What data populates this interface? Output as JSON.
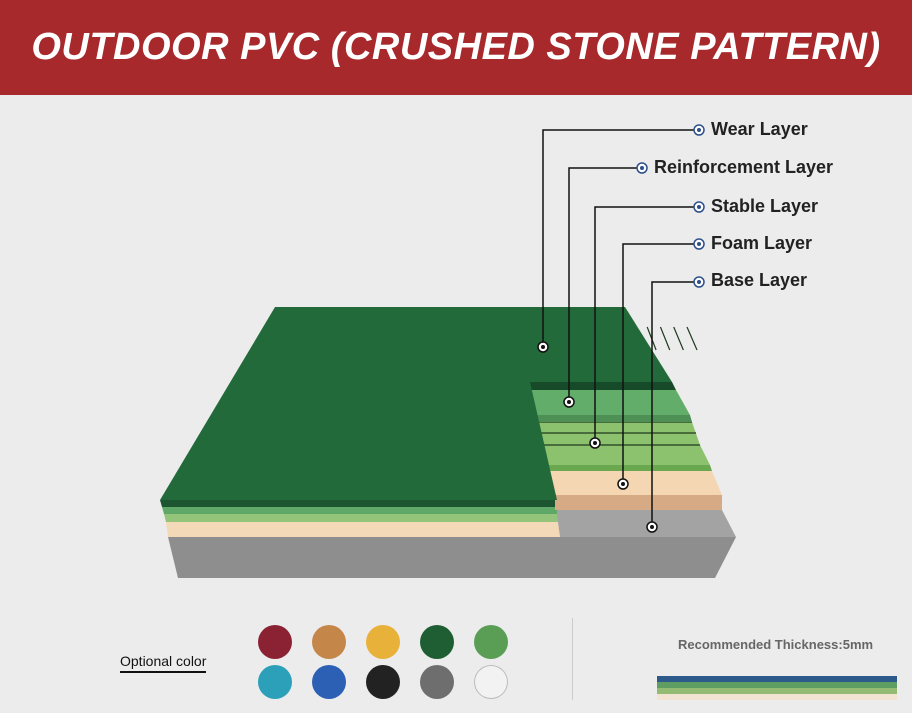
{
  "title": "OUTDOOR PVC (CRUSHED STONE PATTERN)",
  "layers": [
    {
      "label": "Wear Layer"
    },
    {
      "label": "Reinforcement Layer"
    },
    {
      "label": "Stable Layer"
    },
    {
      "label": "Foam Layer"
    },
    {
      "label": "Base Layer"
    }
  ],
  "optional_color_label": "Optional color",
  "colors": [
    "#8b2234",
    "#c5864a",
    "#e8b23a",
    "#1e5e32",
    "#5a9e55",
    "#2ba0b8",
    "#2c60b4",
    "#222222",
    "#6e6e6e",
    "#f2f2f2"
  ],
  "recommended_thickness": "Recommended Thickness:5mm",
  "thickness_bar_colors": [
    "#2d5a8a",
    "#5e9e62",
    "#93bb72",
    "#f3e3d2"
  ]
}
